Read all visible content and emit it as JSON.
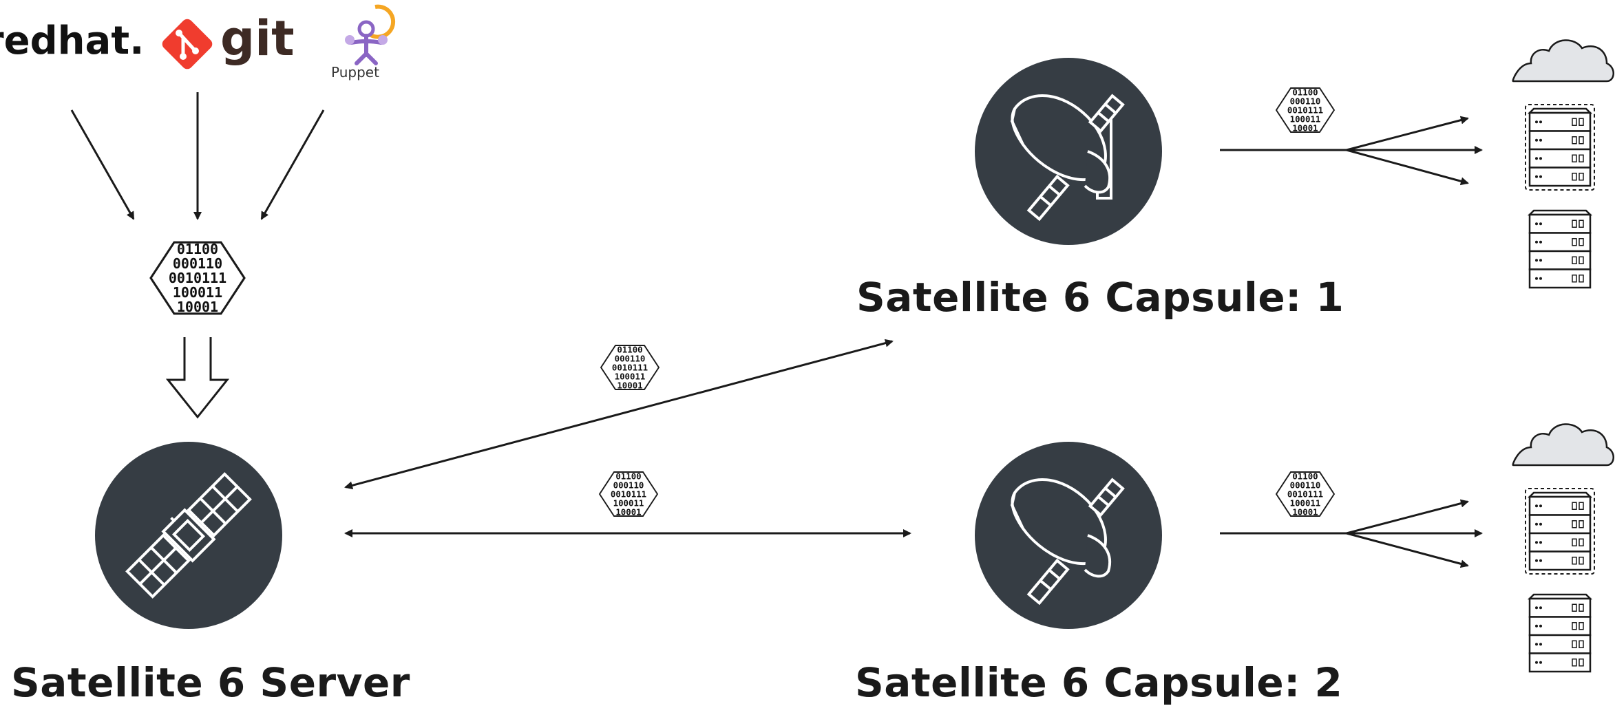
{
  "logos": {
    "redhat": "redhat.",
    "git": "git",
    "puppet": "Puppet"
  },
  "content_icon": {
    "bit_rows": [
      "01100",
      "000110",
      "0010111",
      "100011",
      "10001"
    ]
  },
  "nodes": {
    "server": {
      "label": "Satellite 6 Server",
      "icon": "satellite-icon"
    },
    "capsule1": {
      "label": "Satellite 6 Capsule: 1",
      "icon": "satellite-dish-icon"
    },
    "capsule2": {
      "label": "Satellite 6 Capsule: 2",
      "icon": "satellite-dish-icon"
    }
  },
  "colors": {
    "node_fill": "#363d44",
    "line": "#1a1a1a",
    "cloud": "#e3e5e8",
    "redhat_red": "#ee0000",
    "git_red": "#f03c2e",
    "puppet_purple": "#8a65c4",
    "puppet_orange": "#f5a623"
  }
}
